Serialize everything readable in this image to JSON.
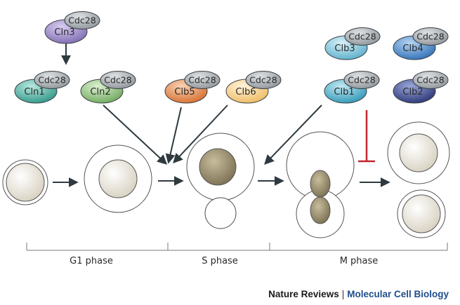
{
  "cyclins": {
    "cln3": {
      "name": "Cln3",
      "partner": "Cdc28",
      "color": "#9b86c6"
    },
    "cln1": {
      "name": "Cln1",
      "partner": "Cdc28",
      "color": "#4fb5a8"
    },
    "cln2": {
      "name": "Cln2",
      "partner": "Cdc28",
      "color": "#8cc27a"
    },
    "clb5": {
      "name": "Clb5",
      "partner": "Cdc28",
      "color": "#e38a4f"
    },
    "clb6": {
      "name": "Clb6",
      "partner": "Cdc28",
      "color": "#f6cf8c"
    },
    "clb3": {
      "name": "Clb3",
      "partner": "Cdc28",
      "color": "#7ec6df"
    },
    "clb4": {
      "name": "Clb4",
      "partner": "Cdc28",
      "color": "#4f8ed0"
    },
    "clb1": {
      "name": "Clb1",
      "partner": "Cdc28",
      "color": "#4bb4cf"
    },
    "clb2": {
      "name": "Clb2",
      "partner": "Cdc28",
      "color": "#3f4d9b"
    }
  },
  "cdk_color": "#a6abaf",
  "nucleus_color": "#dcd6c8",
  "s_nucleus_color": "#8a7f61",
  "inhibition_color": "#c0272d",
  "phases": {
    "g1": "G1 phase",
    "s": "S phase",
    "m": "M phase"
  },
  "credit": {
    "journal": "Nature Reviews",
    "separator": "|",
    "subject": "Molecular Cell Biology"
  }
}
